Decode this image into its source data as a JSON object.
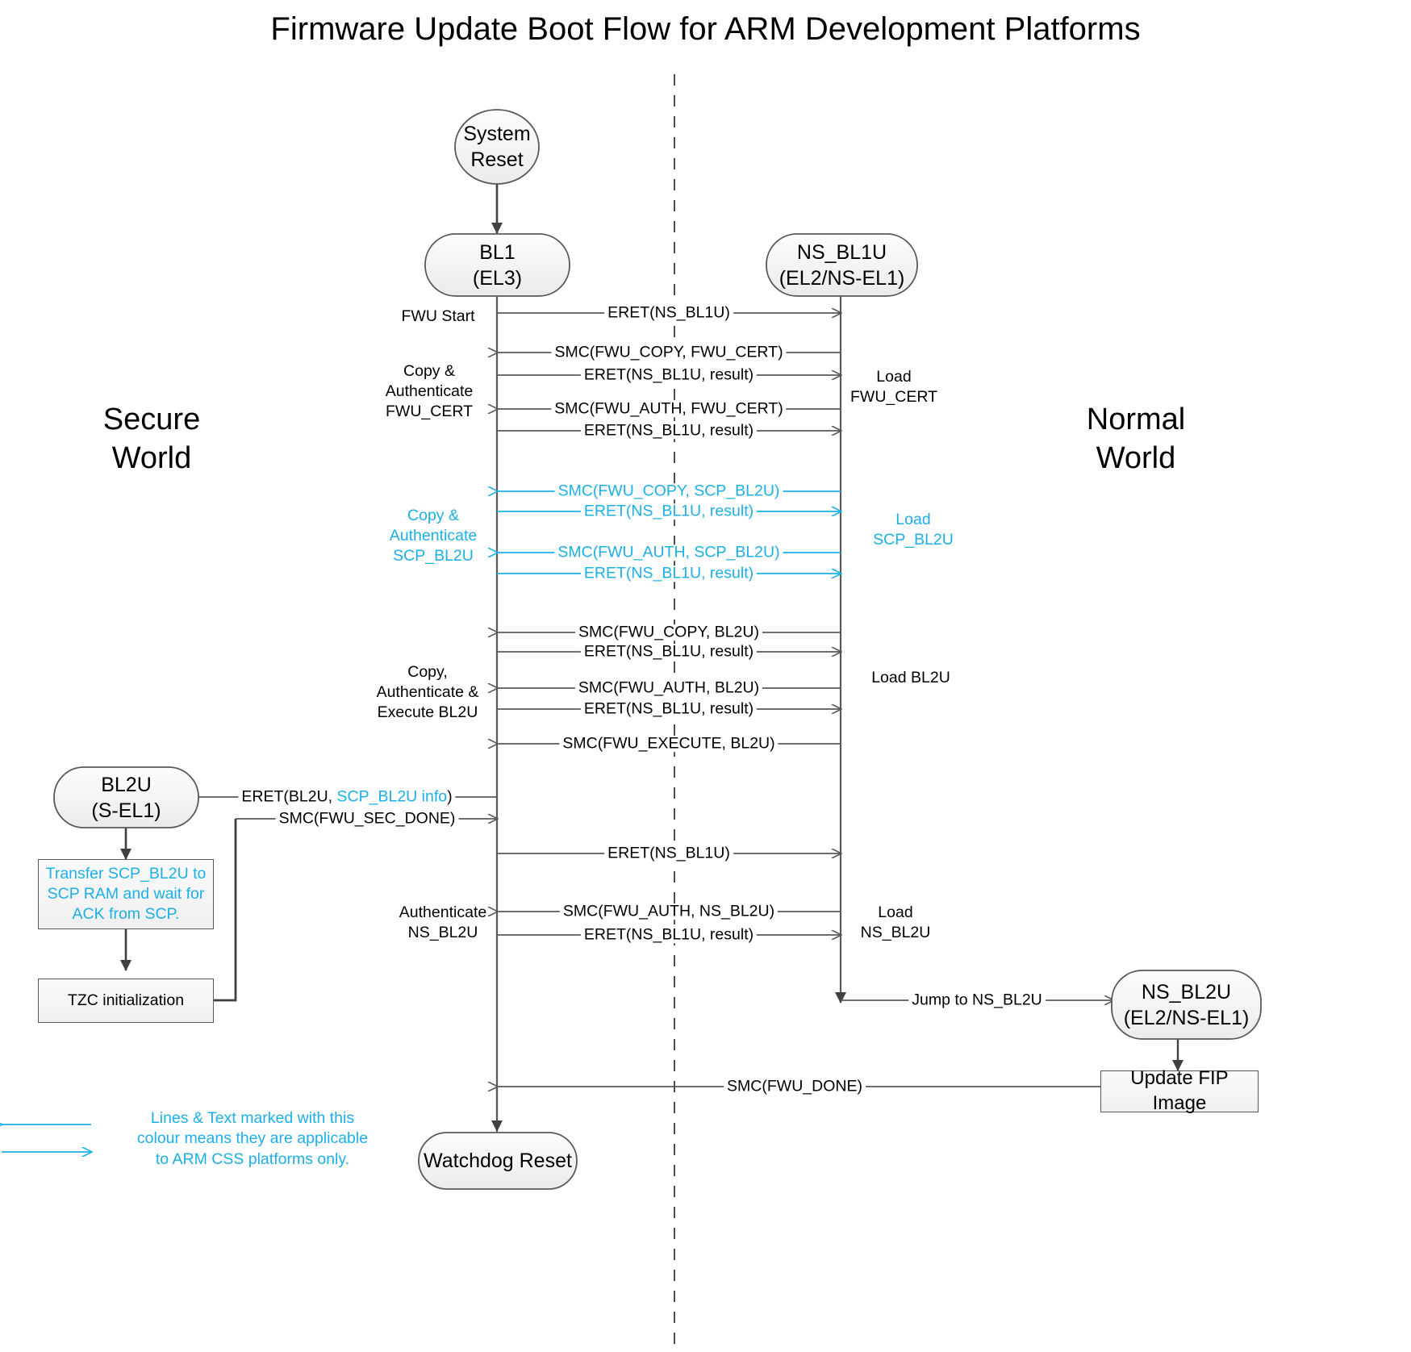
{
  "diagram": {
    "title": "Firmware Update Boot Flow for ARM Development Platforms",
    "accent_color": "#1cb0e8",
    "line_color": "#595959",
    "worlds": {
      "secure": "Secure\nWorld",
      "normal": "Normal\nWorld"
    },
    "nodes": {
      "system_reset": "System\nReset",
      "bl1": "BL1\n(EL3)",
      "ns_bl1u": "NS_BL1U\n(EL2/NS-EL1)",
      "bl2u": "BL2U\n(S-EL1)",
      "ns_bl2u": "NS_BL2U\n(EL2/NS-EL1)",
      "watchdog_reset": "Watchdog Reset",
      "transfer_scp": "Transfer SCP_BL2U to\nSCP RAM and wait for\nACK from SCP.",
      "tzc_init": "TZC initialization",
      "update_fip": "Update FIP Image"
    },
    "messages": [
      {
        "id": "m1",
        "text": "ERET(NS_BL1U)",
        "color": "black"
      },
      {
        "id": "m2",
        "text": "SMC(FWU_COPY, FWU_CERT)",
        "color": "black"
      },
      {
        "id": "m3",
        "text": "ERET(NS_BL1U, result)",
        "color": "black"
      },
      {
        "id": "m4",
        "text": "SMC(FWU_AUTH, FWU_CERT)",
        "color": "black"
      },
      {
        "id": "m5",
        "text": "ERET(NS_BL1U, result)",
        "color": "black"
      },
      {
        "id": "m6",
        "text": "SMC(FWU_COPY, SCP_BL2U)",
        "color": "cyan"
      },
      {
        "id": "m7",
        "text": "ERET(NS_BL1U, result)",
        "color": "cyan"
      },
      {
        "id": "m8",
        "text": "SMC(FWU_AUTH, SCP_BL2U)",
        "color": "cyan"
      },
      {
        "id": "m9",
        "text": "ERET(NS_BL1U, result)",
        "color": "cyan"
      },
      {
        "id": "m10",
        "text": "SMC(FWU_COPY, BL2U)",
        "color": "black"
      },
      {
        "id": "m11",
        "text": "ERET(NS_BL1U, result)",
        "color": "black"
      },
      {
        "id": "m12",
        "text": "SMC(FWU_AUTH, BL2U)",
        "color": "black"
      },
      {
        "id": "m13",
        "text": "ERET(NS_BL1U, result)",
        "color": "black"
      },
      {
        "id": "m14",
        "text": "SMC(FWU_EXECUTE, BL2U)",
        "color": "black"
      },
      {
        "id": "m15",
        "text": "SMC(FWU_SEC_DONE)",
        "color": "black"
      },
      {
        "id": "m16",
        "text": "ERET(NS_BL1U)",
        "color": "black"
      },
      {
        "id": "m17",
        "text": "SMC(FWU_AUTH, NS_BL2U)",
        "color": "black"
      },
      {
        "id": "m18",
        "text": "ERET(NS_BL1U, result)",
        "color": "black"
      },
      {
        "id": "m19",
        "text": "Jump to NS_BL2U",
        "color": "black"
      },
      {
        "id": "m20",
        "text": "SMC(FWU_DONE)",
        "color": "black"
      }
    ],
    "eret_bl2u": {
      "prefix": "ERET(BL2U, ",
      "highlight": "SCP_BL2U info",
      "suffix": ")"
    },
    "left_notes": [
      {
        "id": "n1",
        "text": "FWU Start",
        "color": "black"
      },
      {
        "id": "n2",
        "text": "Copy &\nAuthenticate\nFWU_CERT",
        "color": "black"
      },
      {
        "id": "n3",
        "text": "Copy &\nAuthenticate\nSCP_BL2U",
        "color": "cyan"
      },
      {
        "id": "n4",
        "text": "Copy,\nAuthenticate &\nExecute BL2U",
        "color": "black"
      },
      {
        "id": "n5",
        "text": "Authenticate\nNS_BL2U",
        "color": "black"
      }
    ],
    "right_notes": [
      {
        "id": "r1",
        "text": "Load\nFWU_CERT",
        "color": "black"
      },
      {
        "id": "r2",
        "text": "Load\nSCP_BL2U",
        "color": "cyan"
      },
      {
        "id": "r3",
        "text": "Load BL2U",
        "color": "black"
      },
      {
        "id": "r4",
        "text": "Load\nNS_BL2U",
        "color": "black"
      }
    ],
    "legend": {
      "text": "Lines & Text marked with this\ncolour means they are applicable\nto ARM CSS platforms only."
    }
  }
}
